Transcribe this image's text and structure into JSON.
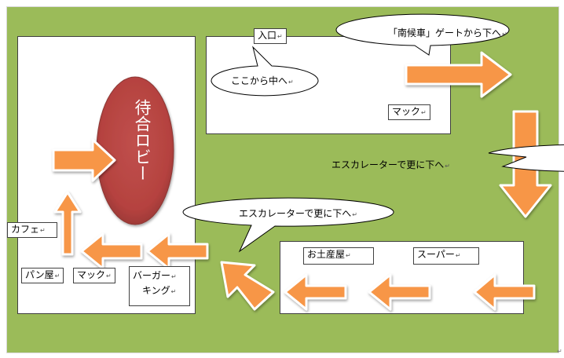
{
  "lobby": {
    "text": "待合ロビー"
  },
  "labels": {
    "entrance": "入口",
    "mac_top": "マック",
    "cafe": "カフェ",
    "bakery": "パン屋",
    "mac_bottom": "マック",
    "burger_king_line1": "バーガー",
    "burger_king_line2": "キング",
    "souvenir": "お土産屋",
    "supermarket": "スーパー"
  },
  "callouts": {
    "start_here": "ここから中へ",
    "gate": "「南候車」ゲートから下へ",
    "escalator_right": "エスカレーターで更に下へ",
    "escalator_left": "エスカレーターで更に下へ"
  },
  "colors": {
    "background": "#9bbb59",
    "arrow_fill": "#f79646",
    "lobby_fill": "#c0504d",
    "panel": "#ffffff"
  },
  "marks": {
    "return": "↵"
  }
}
